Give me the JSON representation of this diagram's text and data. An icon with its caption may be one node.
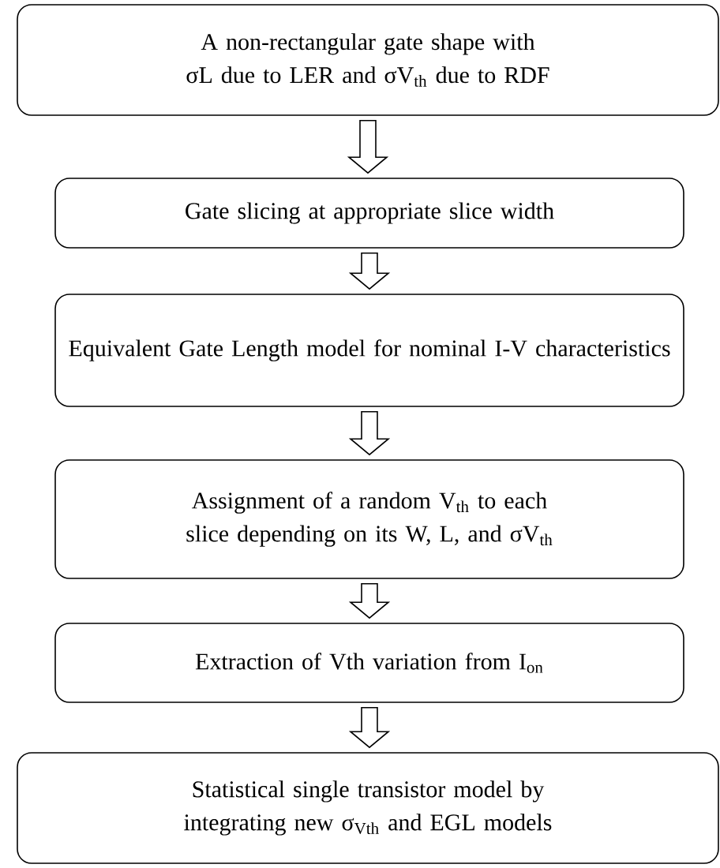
{
  "diagram": {
    "nodes": [
      {
        "text": [
          "A non-rectangular gate shape with σL due to LER and σV$_{th}$ due to RDF"
        ]
      },
      {
        "text": [
          "Gate slicing at appropriate slice width"
        ]
      },
      {
        "text": [
          "Equivalent Gate Length model for nominal I-V characteristics"
        ]
      },
      {
        "text": [
          "Assignment of a random V$_{th}$ to each slice depending on its W, L, and σV$_{th}$"
        ]
      },
      {
        "text": [
          "Extraction of Vth variation from I$_{on}$"
        ]
      },
      {
        "text": [
          "Statistical single transistor model by integrating new σ$_{Vth}$ and EGL models"
        ]
      }
    ],
    "edges": [
      {
        "from": 0,
        "to": 1,
        "arrow": "to"
      },
      {
        "from": 1,
        "to": 2,
        "arrow": "to"
      },
      {
        "from": 2,
        "to": 3,
        "arrow": "to"
      },
      {
        "from": 3,
        "to": 4,
        "arrow": "to"
      },
      {
        "from": 4,
        "to": 5,
        "arrow": "to"
      }
    ]
  }
}
